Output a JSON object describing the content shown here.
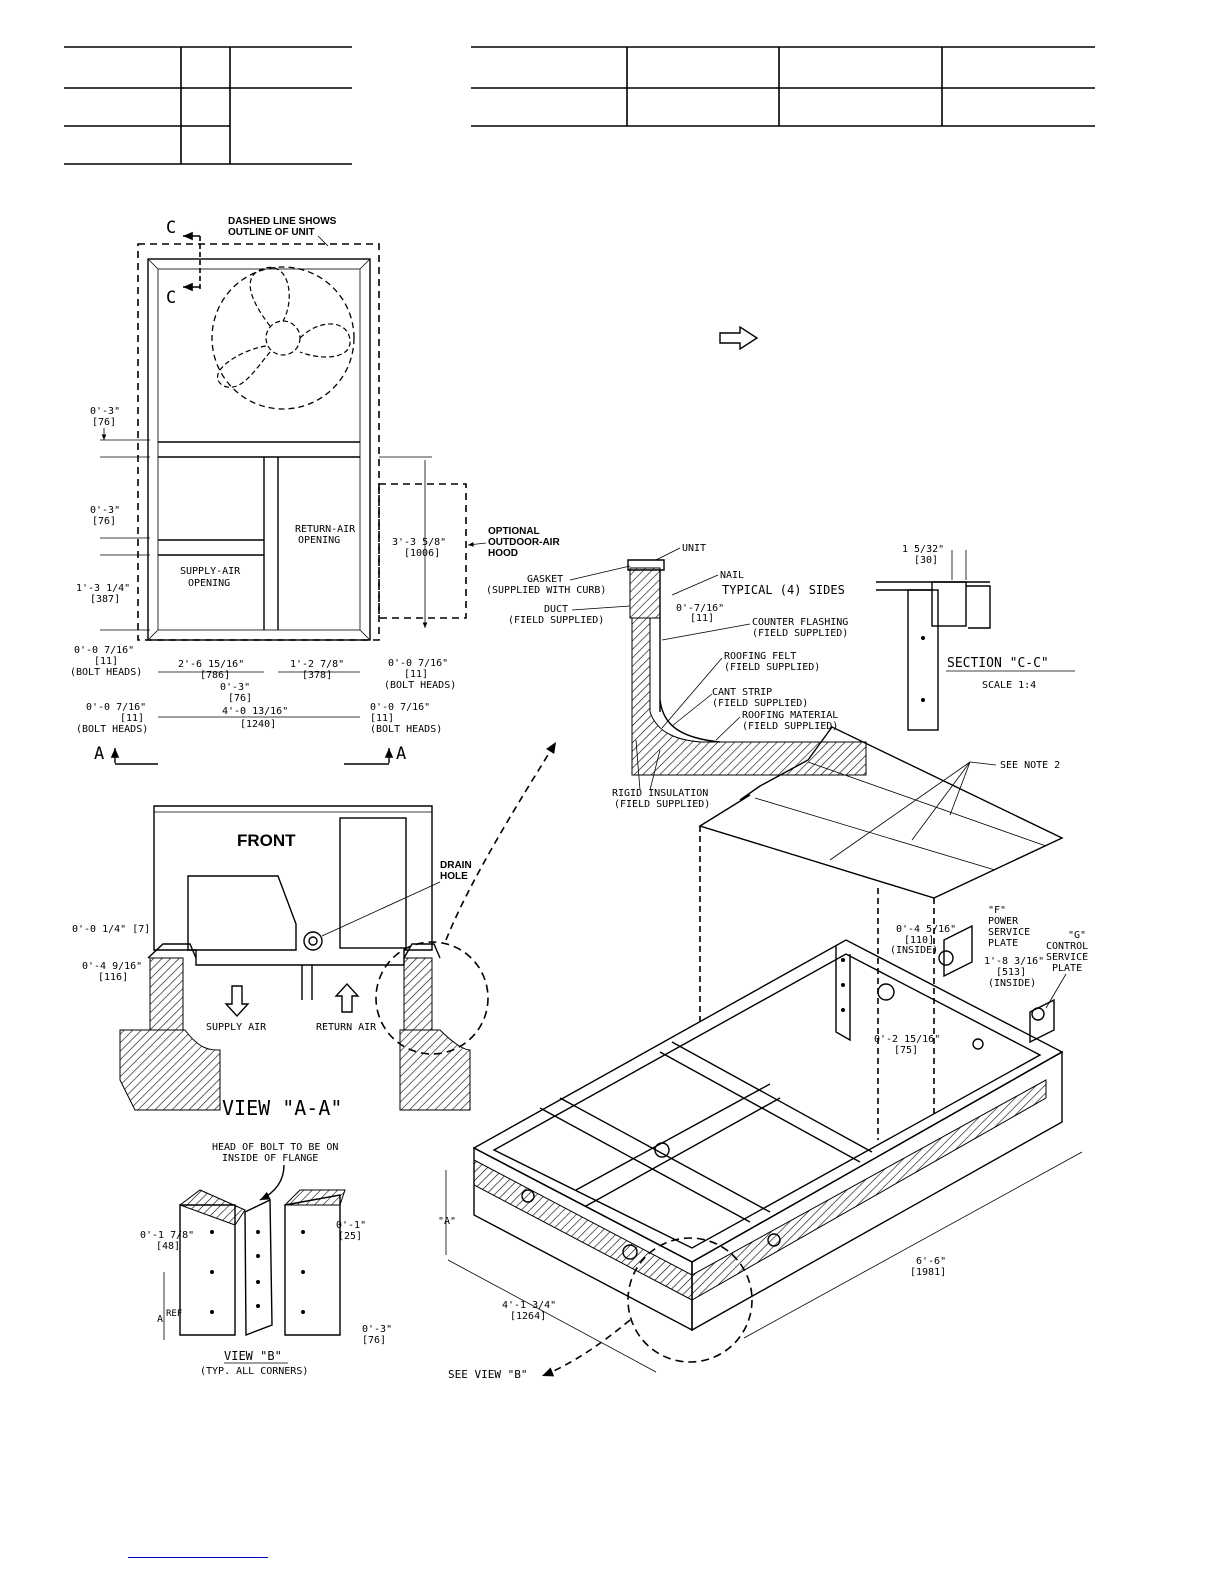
{
  "labels": {
    "dashed_note_1": "DASHED LINE SHOWS",
    "dashed_note_2": "OUTLINE OF UNIT",
    "c_mark": "C",
    "dim_03_a": "0'-3\"",
    "dim_76_a": "[76]",
    "dim_03_b": "0'-3\"",
    "dim_76_b": "[76]",
    "dim_1314": "1'-3 1/4\"",
    "dim_387": "[387]",
    "dim_0716_l": "0'-0 7/16\"",
    "dim_11_l": "[11]",
    "bolt_heads_l": "(BOLT HEADS)",
    "supply_opening_1": "SUPPLY-AIR",
    "supply_opening_2": "OPENING",
    "return_opening_1": "RETURN-AIR",
    "return_opening_2": "OPENING",
    "dim_3358": "3'-3 5/8\"",
    "dim_1006": "[1006]",
    "hood_1": "OPTIONAL",
    "hood_2": "OUTDOOR-AIR",
    "hood_3": "HOOD",
    "dim_0716_r": "0'-0 7/16\"",
    "dim_11_r": "[11]",
    "bolt_heads_r": "(BOLT HEADS)",
    "dim_261516": "2'-6 15/16\"",
    "dim_786": "[786]",
    "dim_1278": "1'-2 7/8\"",
    "dim_378": "[378]",
    "dim_03_c": "0'-3\"",
    "dim_76_c": "[76]",
    "dim_0716_bl": "0'-0 7/16\"",
    "dim_11_bl": "[11]",
    "bolt_heads_bl": "(BOLT HEADS)",
    "dim_401316": "4'-0 13/16\"",
    "dim_1240": "[1240]",
    "dim_0716_br": "0'-0 7/16\"",
    "dim_11_br": "[11]",
    "bolt_heads_br": "(BOLT HEADS)",
    "a_mark": "A",
    "front": "FRONT",
    "drain_1": "DRAIN",
    "drain_2": "HOLE",
    "dim_014": "0'-0 1/4\" [7]",
    "dim_04916": "0'-4 9/16\"",
    "dim_116": "[116]",
    "supply_air": "SUPPLY AIR",
    "return_air": "RETURN AIR",
    "view_aa": "VIEW \"A-A\"",
    "bolt_note_1": "HEAD OF BOLT TO BE ON",
    "bolt_note_2": "INSIDE OF FLANGE",
    "dim_0178": "0'-1 7/8\"",
    "dim_48": "[48]",
    "dim_01": "0'-1\"",
    "dim_25": "[25]",
    "a_ref": "A",
    "ref": "REF",
    "dim_03_d": "0'-3\"",
    "dim_76_d": "[76]",
    "view_b": "VIEW \"B\"",
    "view_b_sub": "(TYP. ALL CORNERS)",
    "unit": "UNIT",
    "nail": "NAIL",
    "gasket_1": "GASKET",
    "gasket_2": "(SUPPLIED WITH CURB)",
    "typical": "TYPICAL (4) SIDES",
    "duct_1": "DUCT",
    "duct_2": "(FIELD SUPPLIED)",
    "dim_0716_c": "0'-7/16\"",
    "dim_11_c": "[11]",
    "counter_1": "COUNTER FLASHING",
    "counter_2": "(FIELD SUPPLIED)",
    "felt_1": "ROOFING FELT",
    "felt_2": "(FIELD SUPPLIED)",
    "cant_1": "CANT STRIP",
    "cant_2": "(FIELD SUPPLIED)",
    "roofmat_1": "ROOFING MATERIAL",
    "roofmat_2": "(FIELD SUPPLIED)",
    "rigid_1": "RIGID INSULATION",
    "rigid_2": "(FIELD SUPPLIED)",
    "dim_1532": "1 5/32\"",
    "dim_30": "[30]",
    "section_cc": "SECTION \"C-C\"",
    "scale": "SCALE 1:4",
    "see_note": "SEE NOTE 2",
    "f_1": "\"F\"",
    "f_2": "POWER",
    "f_3": "SERVICE",
    "f_4": "PLATE",
    "g_1": "\"G\"",
    "g_2": "CONTROL",
    "g_3": "SERVICE",
    "g_4": "PLATE",
    "dim_04516": "0'-4 5/16\"",
    "dim_110": "[110]",
    "inside_1": "(INSIDE)",
    "dim_18316": "1'-8 3/16\"",
    "dim_513": "[513]",
    "inside_2": "(INSIDE)",
    "dim_021516": "0'-2 15/16\"",
    "dim_75": "[75]",
    "a_height": "\"A\"",
    "dim_66": "6'-6\"",
    "dim_1981": "[1981]",
    "dim_4134": "4'-1 3/4\"",
    "dim_1264": "[1264]",
    "see_view_b": "SEE VIEW \"B\""
  }
}
